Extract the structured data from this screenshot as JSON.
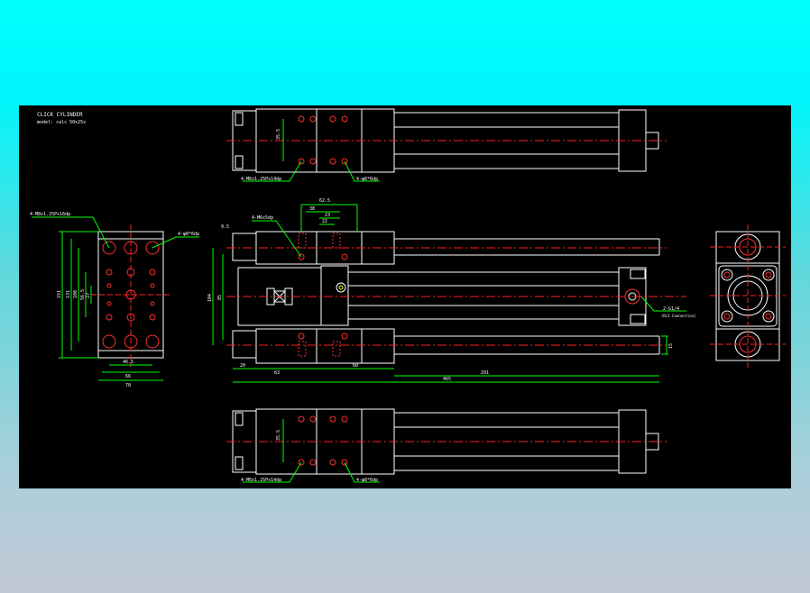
{
  "drawing": {
    "title": "CLICK CYLINDER",
    "subtitle": "model: calc 50x25x",
    "colors": {
      "background": "#000000",
      "outline": "#ffffff",
      "centerline": "#ff2020",
      "dimension": "#00ff00",
      "hole": "#ff3030"
    },
    "top_view": {
      "dim_vertical": "35.5",
      "note_left": "4-M6x1.25Px14dp",
      "note_right": "4-φ8*6dp"
    },
    "bottom_view": {
      "dim_vertical": "35.5",
      "note_left": "4-M6x1.25Px14dp",
      "note_right": "4-φ8*6dp"
    },
    "front_view": {
      "note_top": "4-M6x5dp",
      "dims": {
        "d1": "62.5",
        "d2": "38",
        "d3": "23",
        "d4": "22",
        "left_small": "9.5",
        "height_a": "104",
        "height_b": "85",
        "bottom_a": "20",
        "bottom_b": "63",
        "bottom_c": "60",
        "right_span": "291",
        "total": "465",
        "right_vertical": "15"
      },
      "port_note": "2-G1/4",
      "port_sub": "(Rc1 Connection)"
    },
    "side_view": {
      "note_left": "4-M8x1.25Px16dp",
      "note_right": "4-φ8*6dp",
      "dims": {
        "w_outer": "70",
        "w_mid": "66",
        "w_inner": "46.5",
        "h1": "151",
        "h2": "131",
        "h3": "100",
        "h4": "56.5",
        "h5": "27"
      }
    }
  }
}
